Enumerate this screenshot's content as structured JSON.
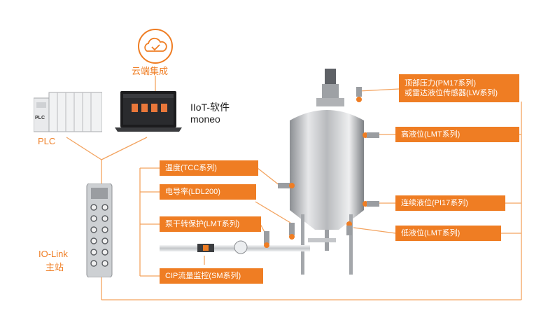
{
  "cloud": {
    "label": "云端集成"
  },
  "plc": {
    "label": "PLC",
    "unit_text": "PLC"
  },
  "software": {
    "line1": "IIoT-软件",
    "line2": "moneo"
  },
  "iolink": {
    "line1": "IO-Link",
    "line2": "主站"
  },
  "sensors": {
    "temperature": "温度(TCC系列)",
    "conductivity": "电导率(LDL200)",
    "pump_protection": "泵干转保护(LMT系列)",
    "cip_flow": "CIP流量监控(SM系列)",
    "top_pressure_line1": "顶部压力(PM17系列)",
    "top_pressure_line2": "或雷达液位传感器(LW系列)",
    "high_level": "高液位(LMT系列)",
    "continuous_level": "连续液位(PI17系列)",
    "low_level": "低液位(LMT系列)"
  },
  "colors": {
    "accent": "#ef7d23",
    "line": "#f2a868"
  }
}
